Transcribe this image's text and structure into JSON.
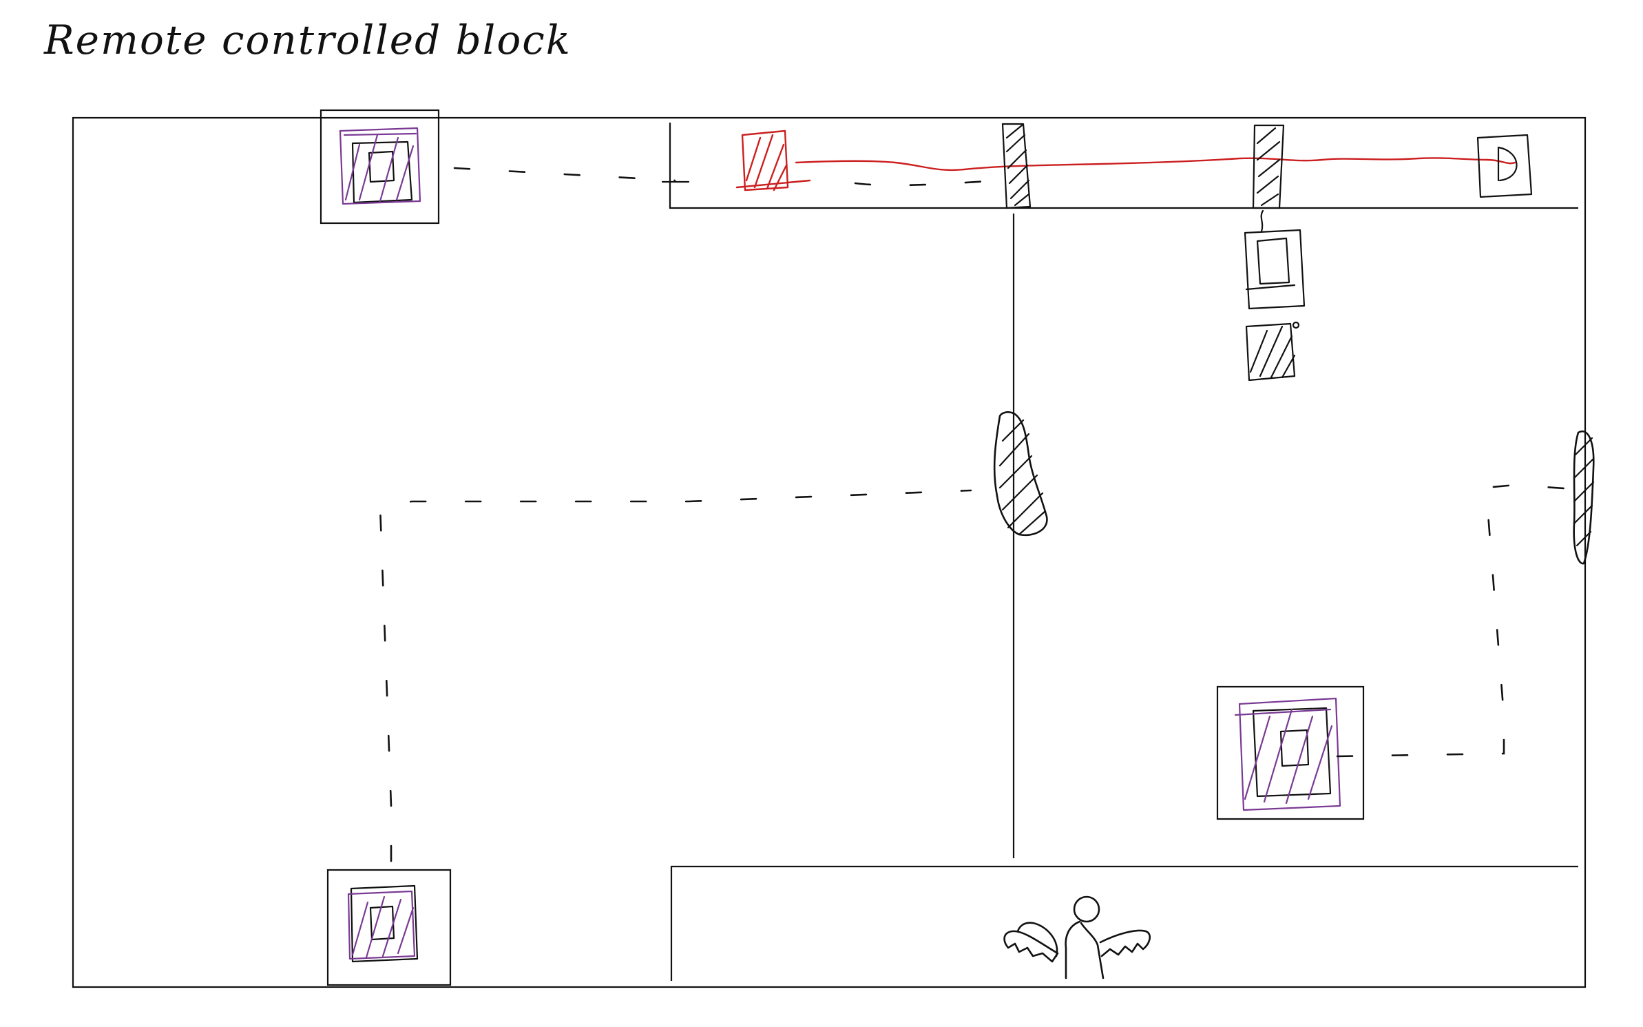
{
  "diagram": {
    "title": "Remote controlled block",
    "colors": {
      "ink": "#111111",
      "laser": "#cc1f1f",
      "pressure_plate": "#7a3a94",
      "background": "#ffffff"
    },
    "elements": [
      "pressure-plate-top-left",
      "pressure-plate-bottom-left",
      "pressure-plate-right",
      "remote-block-red",
      "laser-receiver",
      "barrier-pillar-1",
      "barrier-pillar-2",
      "movable-block-1",
      "movable-block-2",
      "door-middle",
      "door-right",
      "winged-figure-icon"
    ]
  }
}
